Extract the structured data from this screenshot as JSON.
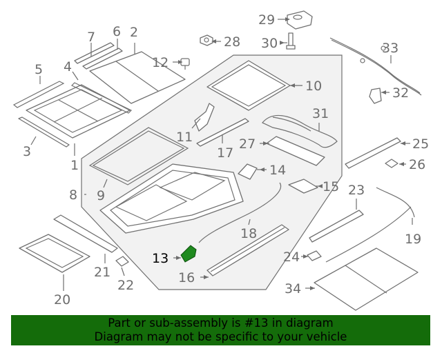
{
  "labels": {
    "c1": "1",
    "c2": "2",
    "c3": "3",
    "c4": "4",
    "c5": "5",
    "c6": "6",
    "c7": "7",
    "c8": "8",
    "c9": "9",
    "c10": "10",
    "c11": "11",
    "c12": "12",
    "c13": "13",
    "c14": "14",
    "c15": "15",
    "c16": "16",
    "c17": "17",
    "c18": "18",
    "c19": "19",
    "c20": "20",
    "c21": "21",
    "c22": "22",
    "c23": "23",
    "c24": "24",
    "c25": "25",
    "c26": "26",
    "c27": "27",
    "c28": "28",
    "c29": "29",
    "c30": "30",
    "c31": "31",
    "c32": "32",
    "c33": "33",
    "c34": "34"
  },
  "highlight": {
    "part_number": "13",
    "color": "#1f8a1f"
  },
  "banner": {
    "line1": "Part or sub-assembly is #13 in diagram",
    "line2": "Diagram may not be specific to your vehicle",
    "background": "#146c0a"
  },
  "colors": {
    "line": "#707070",
    "panel_fill": "#f2f2f2"
  }
}
